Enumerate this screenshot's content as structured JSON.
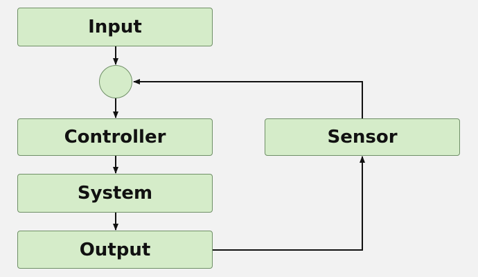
{
  "diagram": {
    "type": "flowchart",
    "nodes": [
      {
        "id": "input",
        "label": "Input"
      },
      {
        "id": "junction",
        "label": ""
      },
      {
        "id": "controller",
        "label": "Controller"
      },
      {
        "id": "system",
        "label": "System"
      },
      {
        "id": "output",
        "label": "Output"
      },
      {
        "id": "sensor",
        "label": "Sensor"
      }
    ],
    "edges": [
      {
        "from": "input",
        "to": "junction"
      },
      {
        "from": "junction",
        "to": "controller"
      },
      {
        "from": "controller",
        "to": "system"
      },
      {
        "from": "system",
        "to": "output"
      },
      {
        "from": "output",
        "to": "sensor"
      },
      {
        "from": "sensor",
        "to": "junction"
      }
    ],
    "colors": {
      "background": "#f2f2f2",
      "node_fill": "#d5ecc9",
      "node_border": "#6f8f66",
      "text": "#111111",
      "edge": "#111111"
    }
  }
}
